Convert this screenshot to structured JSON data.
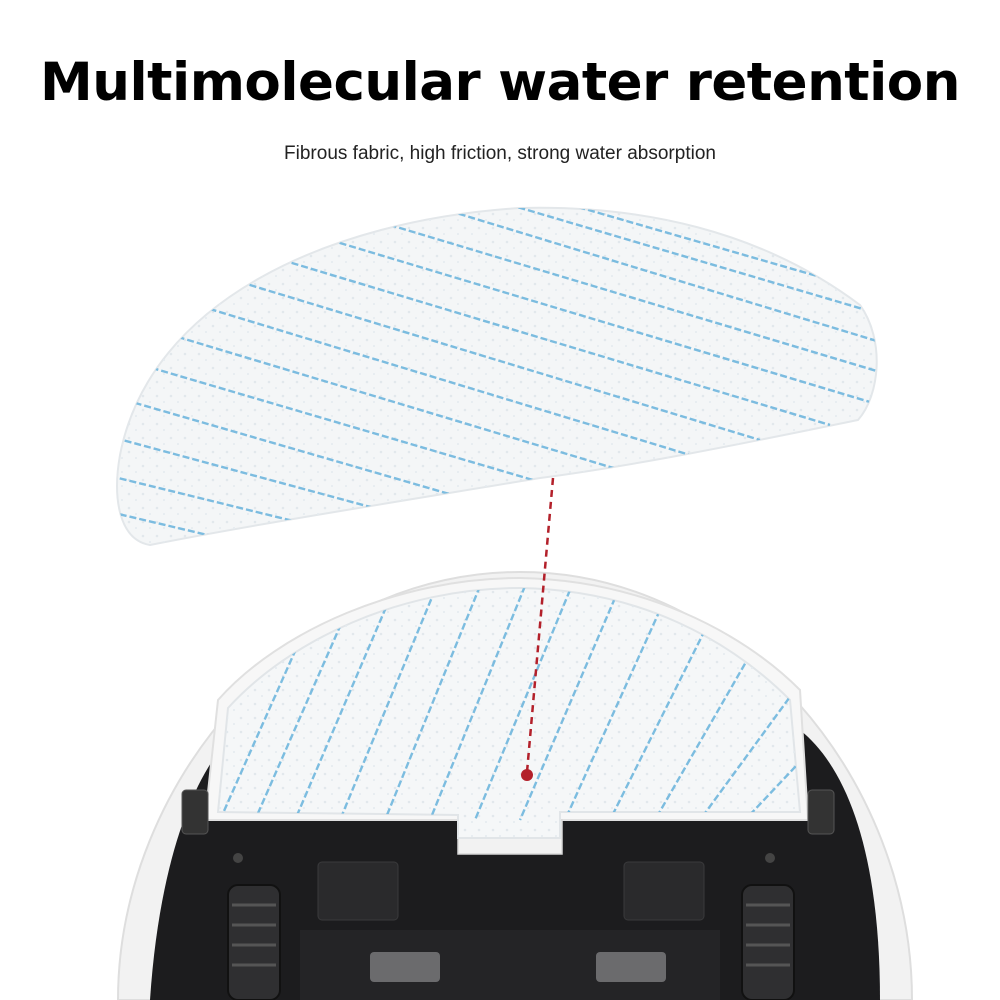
{
  "header": {
    "title": "Multimolecular water retention",
    "subtitle": "Fibrous fabric, high friction, strong water absorption"
  },
  "illustration": {
    "components": [
      "mop-pad",
      "robot-vacuum",
      "callout-line"
    ]
  },
  "colors": {
    "background": "#ffffff",
    "pad_fabric": "#f4f6f7",
    "pad_stripe": "#6fb6dd",
    "robot_body": "#1c1c1e",
    "robot_shell": "#f2f2f2",
    "callout": "#b3202a"
  }
}
